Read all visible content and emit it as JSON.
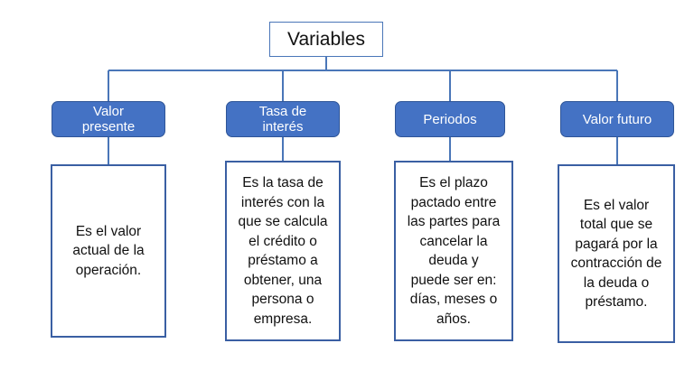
{
  "root": {
    "label": "Variables"
  },
  "columns": [
    {
      "title": "Valor\npresente",
      "description": "Es el valor\nactual de la\noperación."
    },
    {
      "title": "Tasa de\ninterés",
      "description": "Es la tasa de\ninterés con la\nque se calcula\nel crédito o\npréstamo a\nobtener, una\npersona o\nempresa."
    },
    {
      "title": "Periodos",
      "description": "Es el plazo\npactado entre\nlas partes para\ncancelar la\ndeuda y\npuede ser en:\ndías, meses o\naños."
    },
    {
      "title": "Valor futuro",
      "description": "Es el valor\ntotal que se\npagará por la\ncontracción de\nla deuda o\npréstamo."
    }
  ],
  "colors": {
    "header_fill": "#4472c4",
    "header_border": "#2f5597",
    "connector": "#4a76b8",
    "box_border": "#3a5fa3"
  }
}
